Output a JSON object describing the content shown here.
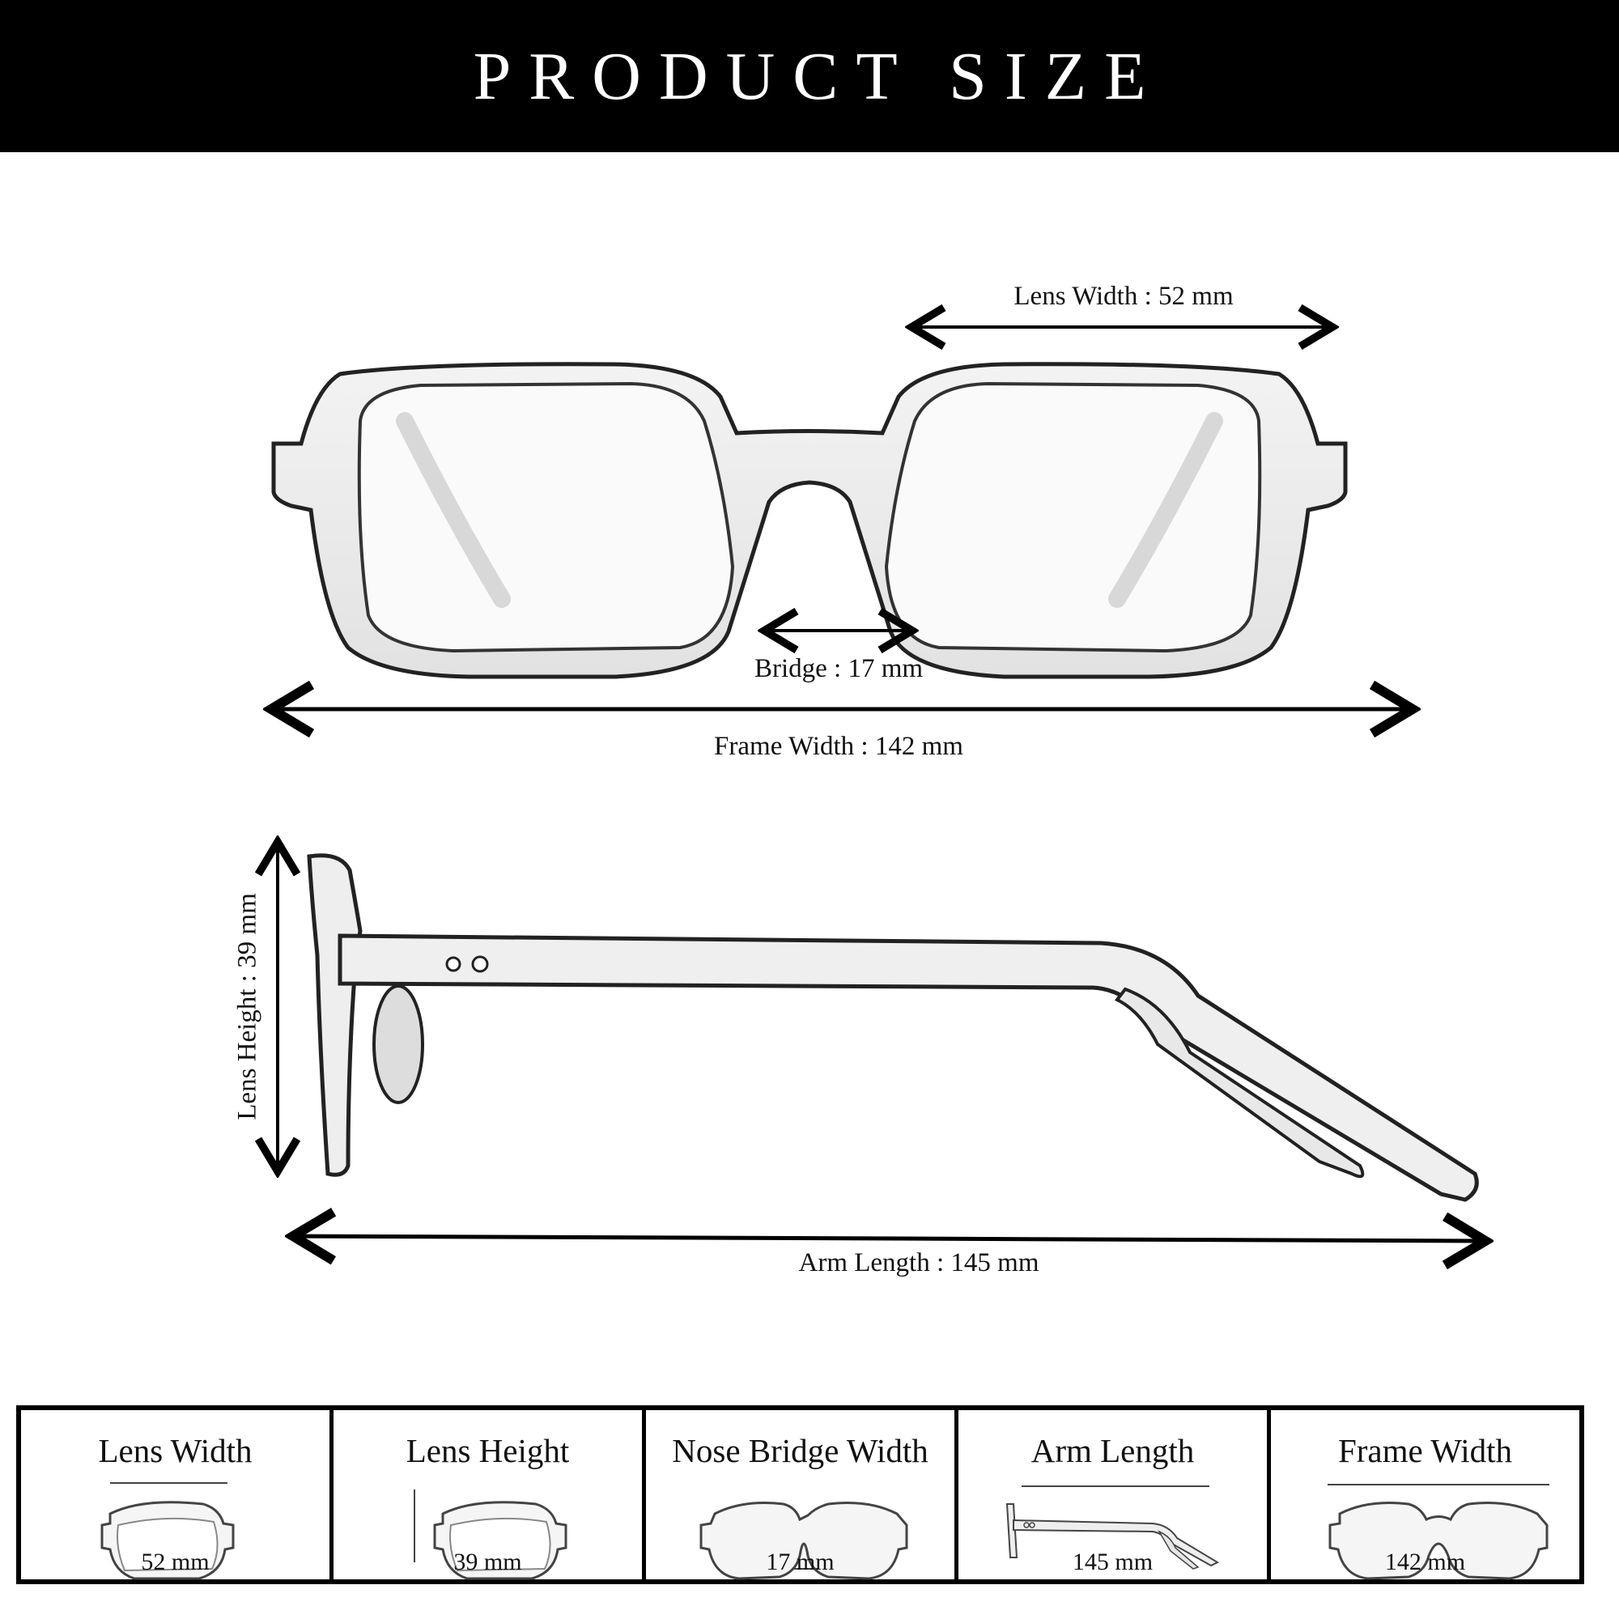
{
  "header": {
    "title": "PRODUCT SIZE",
    "background": "#000000",
    "text_color": "#ffffff"
  },
  "front_view": {
    "lens_width": {
      "label": "Lens Width : 52 mm"
    },
    "bridge": {
      "label": "Bridge :  17 mm"
    },
    "frame_width": {
      "label": "Frame Width : 142 mm"
    }
  },
  "side_view": {
    "lens_height": {
      "label": "Lens Height : 39 mm"
    },
    "arm_length": {
      "label": "Arm Length : 145 mm"
    }
  },
  "summary_table": {
    "cells": [
      {
        "title": "Lens Width",
        "value": "52 mm",
        "icon": "single-lens-width-icon"
      },
      {
        "title": "Lens Height",
        "value": "39 mm",
        "icon": "single-lens-height-icon"
      },
      {
        "title": "Nose Bridge Width",
        "value": "17 mm",
        "icon": "bridge-width-icon"
      },
      {
        "title": "Arm Length",
        "value": "145 mm",
        "icon": "side-arm-icon"
      },
      {
        "title": "Frame Width",
        "value": "142 mm",
        "icon": "full-frame-icon"
      }
    ]
  }
}
